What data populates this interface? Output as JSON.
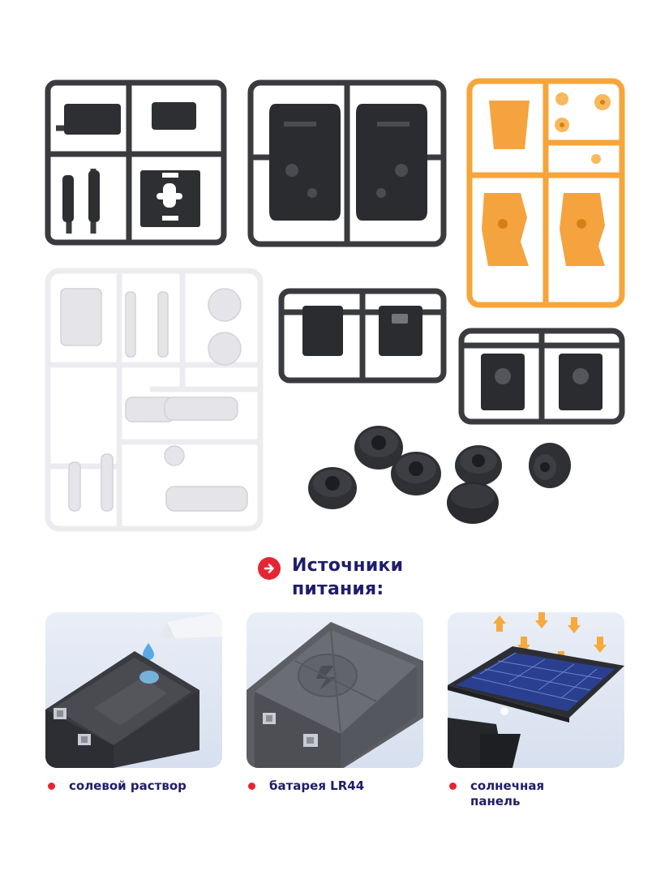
{
  "section": {
    "title": "Источники питания:",
    "arrow_icon": "arrow-right-circle-icon",
    "accent_color": "#e52534",
    "text_color": "#1f1d6b"
  },
  "power_sources": [
    {
      "label": "солевой раствор",
      "icon": "salt-water-battery-image"
    },
    {
      "label": "батарея LR44",
      "icon": "lr44-battery-pack-image"
    },
    {
      "label": "солнечная панель",
      "icon": "solar-panel-image"
    }
  ],
  "parts": {
    "sprue_colors": {
      "dark": "#3a3b3f",
      "orange": "#f6a53a",
      "white": "#ededf0"
    }
  }
}
